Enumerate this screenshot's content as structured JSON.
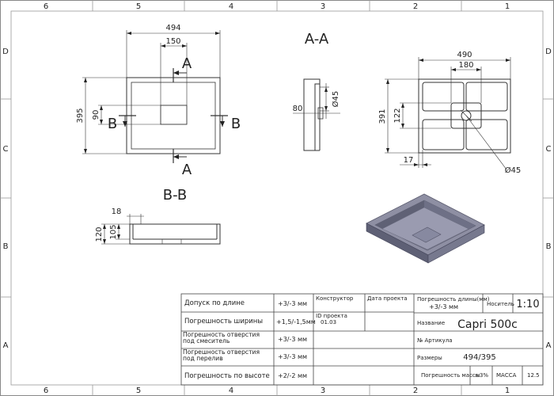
{
  "zones": {
    "columns": [
      "6",
      "5",
      "4",
      "3",
      "2",
      "1"
    ],
    "rows": [
      "D",
      "C",
      "B",
      "A"
    ]
  },
  "top_view": {
    "width": "494",
    "hole_width": "150",
    "height": "395",
    "hole_height": "90",
    "label_a_top": "A",
    "label_a_bottom": "A",
    "label_b_left": "B",
    "label_b_right": "B"
  },
  "section_aa": {
    "title": "A-A",
    "dim_80": "80",
    "dim_45": "Ø45"
  },
  "section_bb": {
    "title": "B-B",
    "dim_18": "18",
    "dim_120": "120",
    "dim_105": "105"
  },
  "bottom_view": {
    "width": "490",
    "inner_width": "180",
    "height": "391",
    "inner_height": "122",
    "offset": "17",
    "drain": "Ø45"
  },
  "title_block": {
    "rows": [
      {
        "label": "Допуск по длине",
        "value": "+3/-3 мм"
      },
      {
        "label": "Погрешность ширины",
        "value": "+1,5/-1,5мм"
      },
      {
        "label": "Погрешность отверстия под смеситель",
        "value": "+3/-3 мм"
      },
      {
        "label": "Погрешность отверстия под перелив",
        "value": "+3/-3 мм"
      },
      {
        "label": "Погрешность по высоте",
        "value": "+2/-2 мм"
      }
    ],
    "constructor_label": "Конструктор",
    "project_date_label": "Дата проекта",
    "project_id_label": "ID проекта",
    "project_id_value": "01.03",
    "length_tolerance_label": "Погрешность длины(мм)",
    "length_tolerance_value": "+3/-3 мм",
    "carrier_label": "Носитель",
    "scale": "1:10",
    "name_label": "Название",
    "name_value": "Capri 500c",
    "article_label": "№ Артикула",
    "size_label": "Размеры",
    "size_value": "494/395",
    "mass_tolerance_label": "Погрешность массы",
    "mass_tolerance_value": "±3%",
    "mass_label": "МАССА",
    "mass_value": "12.5"
  },
  "colors": {
    "basin_top": "#9a9aa6",
    "basin_side": "#6b6d80",
    "basin_inner": "#8a8ba0"
  }
}
